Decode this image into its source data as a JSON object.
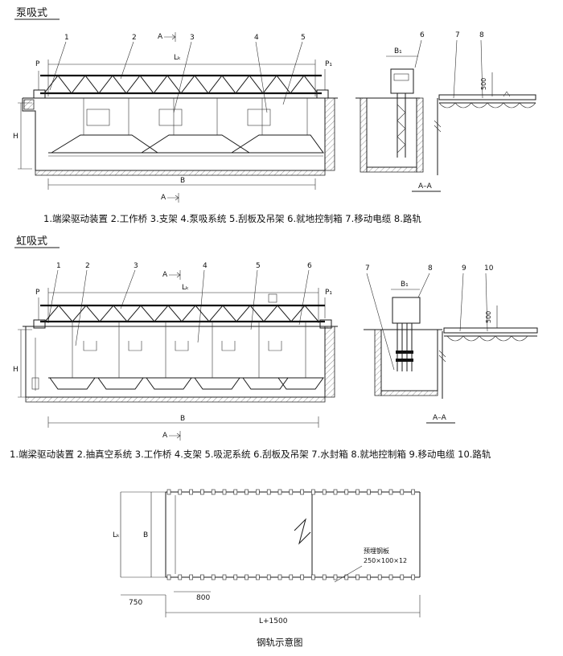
{
  "section1": {
    "title": "泵吸式",
    "callouts": [
      "1",
      "2",
      "3",
      "4",
      "5"
    ],
    "section_callouts": [
      "6",
      "7",
      "8"
    ],
    "labels": {
      "A": "A",
      "Lk": "Lₖ",
      "P": "P",
      "P1": "P₁",
      "H": "H",
      "B": "B",
      "B1": "B₁",
      "AA": "A–A",
      "h500": "500"
    },
    "legend": "1.端梁驱动装置  2.工作桥  3.支架  4.泵吸系统  5.刮板及吊架  6.就地控制箱  7.移动电缆  8.路轨"
  },
  "section2": {
    "title": "虹吸式",
    "callouts": [
      "1",
      "2",
      "3",
      "4",
      "5",
      "6"
    ],
    "section_callouts": [
      "7",
      "8",
      "9",
      "10"
    ],
    "labels": {
      "A": "A",
      "Lk": "Lₖ",
      "P": "P",
      "P1": "P₁",
      "H": "H",
      "B": "B",
      "B1": "B₁",
      "AA": "A–A",
      "h500": "500"
    },
    "legend": "1.端梁驱动装置 2.抽真空系统 3.工作桥 4.支架 5.吸泥系统 6.刮板及吊架 7.水封箱 8.就地控制箱 9.移动电缆 10.路轨"
  },
  "section3": {
    "title": "钢轨示意图",
    "labels": {
      "Lk": "Lₖ",
      "B": "B",
      "d750": "750",
      "d800": "800",
      "L1500": "L+1500",
      "plate_name": "预埋钢板",
      "plate_size": "250×100×12"
    }
  }
}
